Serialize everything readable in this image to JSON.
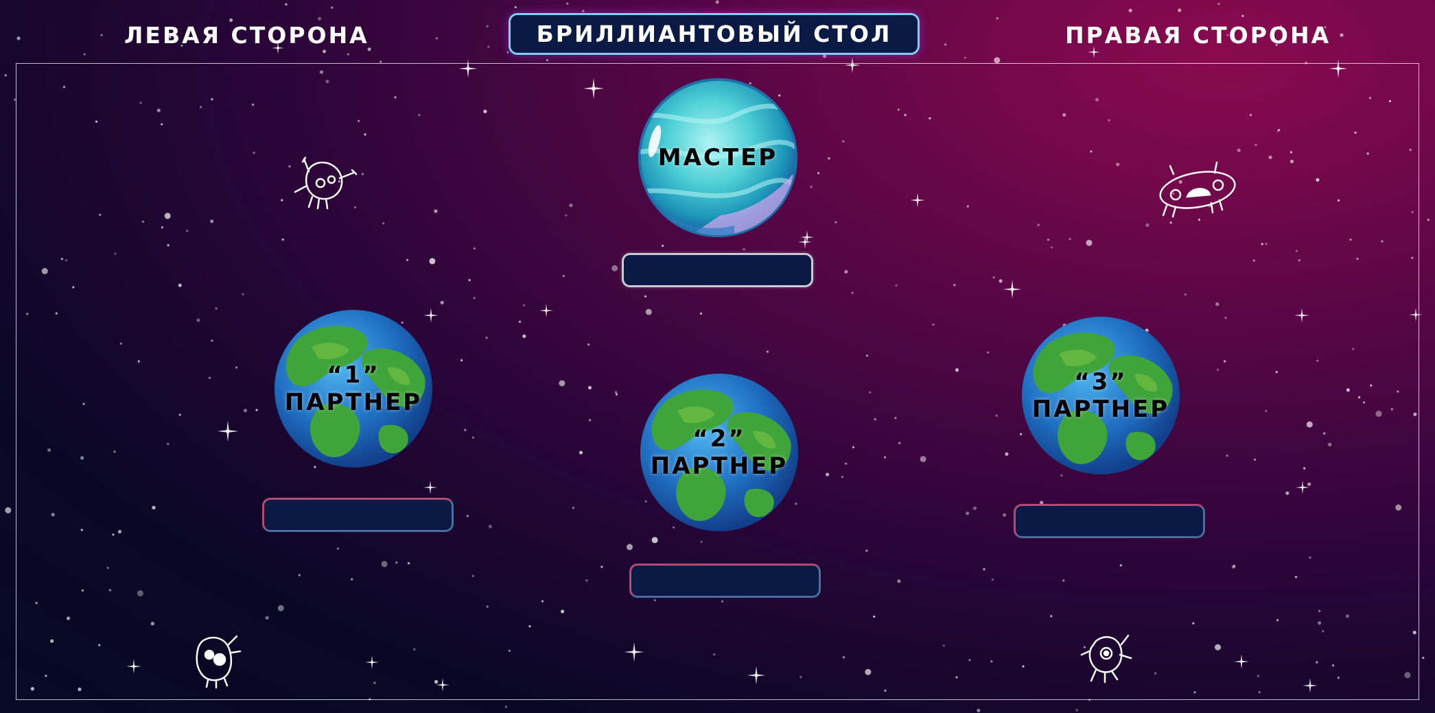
{
  "header": {
    "left_title": "ЛЕВАЯ СТОРОНА",
    "center_title": "БРИЛЛИАНТОВЫЙ СТОЛ",
    "right_title": "ПРАВАЯ СТОРОНА"
  },
  "positions": {
    "master": {
      "label": "МАСТЕР",
      "slot_value": ""
    },
    "partner1": {
      "line1": "“1”",
      "line2": "ПАРТНЕР",
      "slot_value": ""
    },
    "partner2": {
      "line1": "“2”",
      "line2": "ПАРТНЕР",
      "slot_value": ""
    },
    "partner3": {
      "line1": "“3”",
      "line2": "ПАРТНЕР",
      "slot_value": ""
    }
  },
  "colors": {
    "slot_fill": "#0b1a45",
    "master_slot_border": "#c9cdd3",
    "partner_slot_border": "#b24c74",
    "header_border": "#7fd0f5"
  },
  "icons": [
    "alien-doodle-icon",
    "ufo-doodle-icon",
    "monster-doodle-icon",
    "critter-doodle-icon",
    "sparkle-star-icon"
  ]
}
